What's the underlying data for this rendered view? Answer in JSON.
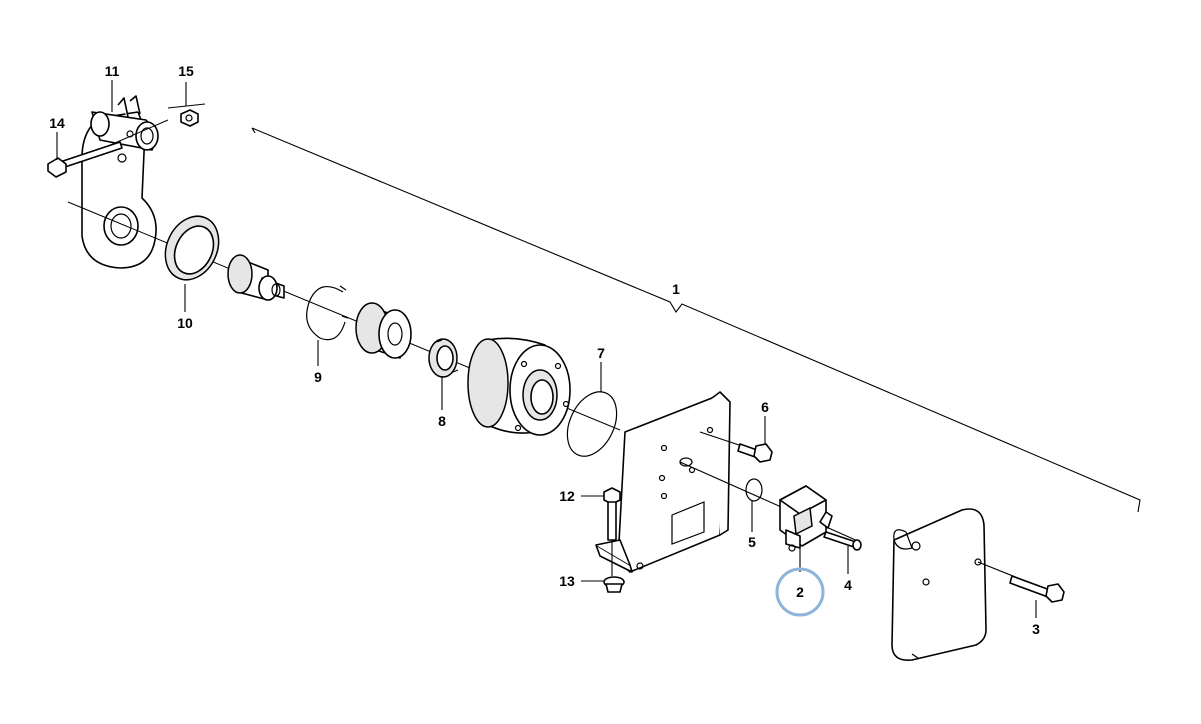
{
  "diagram": {
    "highlight_color": "#8fb4d9",
    "highlighted_callout": "2",
    "callouts": [
      {
        "id": "c1",
        "label": "1"
      },
      {
        "id": "c2",
        "label": "2"
      },
      {
        "id": "c3",
        "label": "3"
      },
      {
        "id": "c4",
        "label": "4"
      },
      {
        "id": "c5",
        "label": "5"
      },
      {
        "id": "c6",
        "label": "6"
      },
      {
        "id": "c7",
        "label": "7"
      },
      {
        "id": "c8",
        "label": "8"
      },
      {
        "id": "c9",
        "label": "9"
      },
      {
        "id": "c10",
        "label": "10"
      },
      {
        "id": "c11",
        "label": "11"
      },
      {
        "id": "c12",
        "label": "12"
      },
      {
        "id": "c13",
        "label": "13"
      },
      {
        "id": "c14",
        "label": "14"
      },
      {
        "id": "c15",
        "label": "15"
      }
    ]
  }
}
